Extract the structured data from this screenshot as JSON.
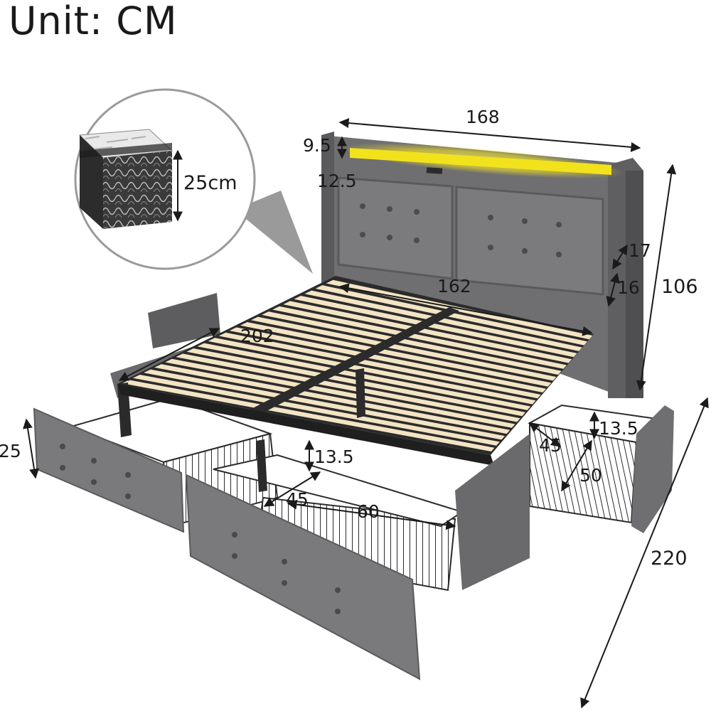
{
  "unit_title": "Unit: CM",
  "mattress_callout": {
    "thickness": "25cm"
  },
  "dimensions": {
    "headboard_width": "168",
    "light_strip_height": "9.5",
    "shelf_depth": "12.5",
    "wing_width_top": "17",
    "wing_width_bottom": "16",
    "total_height": "106",
    "slat_width": "162",
    "slat_length": "202",
    "front_drawer_height": "25",
    "front_drawer_inner_height": "13.5",
    "front_drawer_depth": "45",
    "front_drawer_width": "60",
    "side_drawer_height": "13.5",
    "side_drawer_depth": "45",
    "side_drawer_width": "50",
    "total_length": "220"
  },
  "colors": {
    "upholstery": "#6f6f71",
    "upholstery_dark": "#565658",
    "slat": "#f3e4c4",
    "steel": "#2b2b2b",
    "led": "#f2e21c"
  }
}
